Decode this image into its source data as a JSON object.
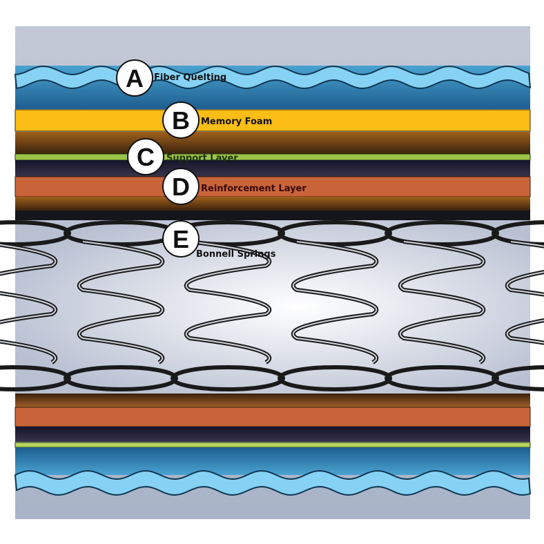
{
  "title": "Mattress layers diagram",
  "layers": [
    {
      "letter": "A",
      "label": "Fiber Quelting"
    },
    {
      "letter": "B",
      "label": "Memory Foam"
    },
    {
      "letter": "C",
      "label": "Support Layer"
    },
    {
      "letter": "D",
      "label": "Reinforcement Layer"
    },
    {
      "letter": "E",
      "label": "Bonnell Springs"
    }
  ],
  "colors": {
    "background": "#b4bccd",
    "quilting": "#86d2f4",
    "blue": "#2a7fb0",
    "memory_foam": "#fbbd16",
    "brown": "#8a4b14",
    "support": "#9bc54a",
    "navy": "#22223a",
    "reinforcement": "#c9643a"
  }
}
